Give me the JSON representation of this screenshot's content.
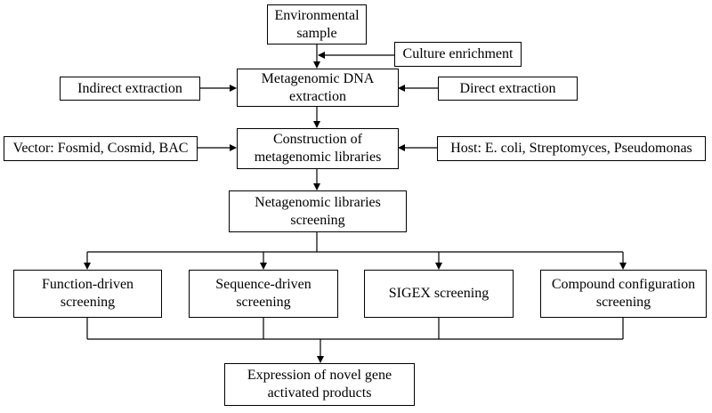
{
  "nodes": {
    "environmental_sample": [
      "Environmental",
      "sample"
    ],
    "culture_enrichment": [
      "Culture enrichment"
    ],
    "indirect_extraction": [
      "Indirect extraction"
    ],
    "metagenomic_dna_extraction": [
      "Metagenomic DNA",
      "extraction"
    ],
    "direct_extraction": [
      "Direct extraction"
    ],
    "vector": [
      "Vector: Fosmid, Cosmid, BAC"
    ],
    "construction_libraries": [
      "Construction of",
      "metagenomic libraries"
    ],
    "host": [
      "Host: E. coli, Streptomyces, Pseudomonas"
    ],
    "libraries_screening": [
      "Netagenomic libraries",
      "screening"
    ],
    "function_driven": [
      "Function-driven",
      "screening"
    ],
    "sequence_driven": [
      "Sequence-driven",
      "screening"
    ],
    "sigex": [
      "SIGEX screening"
    ],
    "compound_configuration": [
      "Compound configuration",
      "screening"
    ],
    "expression": [
      "Expression of novel gene",
      "activated products"
    ]
  }
}
